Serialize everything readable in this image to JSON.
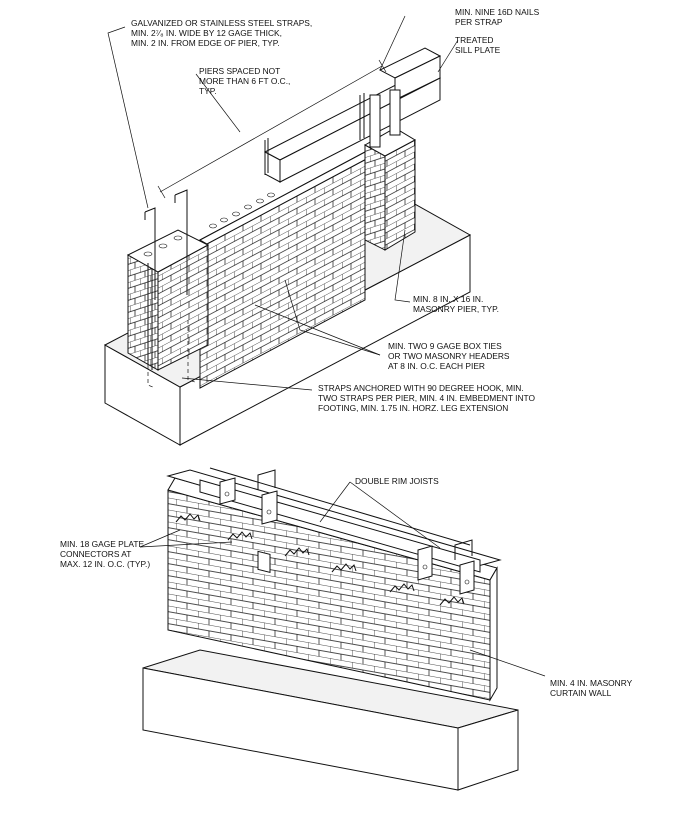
{
  "top_detail": {
    "callouts": {
      "straps": [
        "GALVANIZED OR STAINLESS STEEL STRAPS,",
        "MIN. 2⁷⁄₈ IN. WIDE BY 12 GAGE THICK,",
        "MIN. 2 IN. FROM EDGE OF PIER, TYP."
      ],
      "nails": [
        "MIN. NINE 16D NAILS",
        "PER STRAP"
      ],
      "sill": [
        "TREATED",
        "SILL PLATE"
      ],
      "spacing": [
        "PIERS SPACED NOT",
        "MORE THAN 6 FT O.C.,",
        "TYP."
      ],
      "pier": [
        "MIN. 8 IN. X 16 IN.",
        "MASONRY PIER, TYP."
      ],
      "ties": [
        "MIN. TWO 9 GAGE BOX TIES",
        "OR TWO MASONRY HEADERS",
        "AT 8 IN. O.C. EACH PIER"
      ],
      "anchor": [
        "STRAPS ANCHORED WITH 90 DEGREE HOOK, MIN.",
        "TWO STRAPS PER PIER, MIN. 4 IN. EMBEDMENT INTO",
        "FOOTING, MIN. 1.75 IN. HORZ. LEG EXTENSION"
      ]
    }
  },
  "bottom_detail": {
    "callouts": {
      "rim": [
        "DOUBLE RIM JOISTS"
      ],
      "connectors": [
        "MIN. 18 GAGE PLATE",
        "CONNECTORS AT",
        "MAX. 12 IN. O.C. (TYP.)"
      ],
      "curtain": [
        "MIN. 4 IN. MASONRY",
        "CURTAIN WALL"
      ]
    }
  }
}
